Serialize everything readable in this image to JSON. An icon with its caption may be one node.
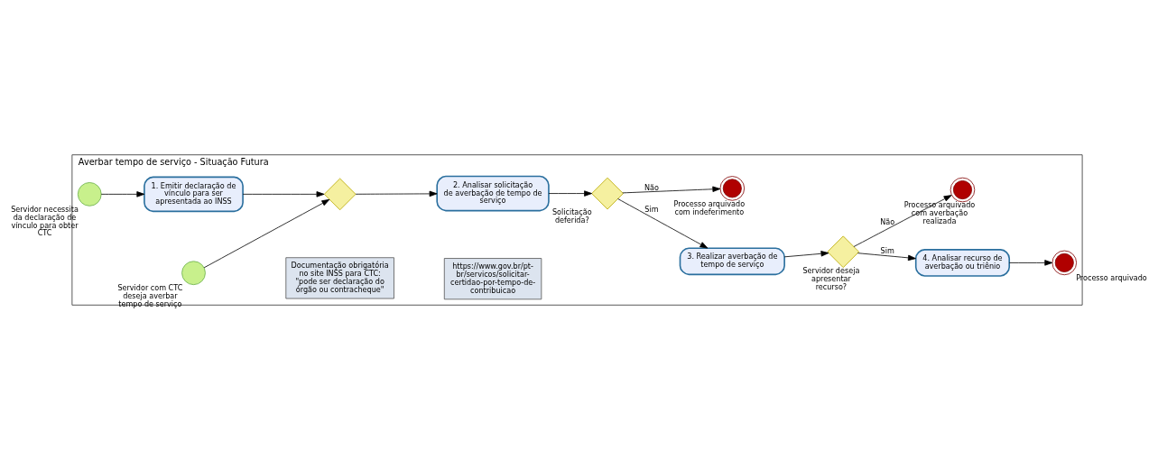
{
  "diagram": {
    "nodes": [
      {
        "text": [
          "Averbar tempo de serviço - Situação Futura"
        ]
      },
      {
        "text": [],
        "shape": "circle",
        "beside": [
          "Servidor necessita da declaração de vínculo para obter CTC"
        ],
        "in": 0
      },
      {
        "text": [
          "1. Emitir declaração de vínculo para ser apresentada ao INSS"
        ],
        "in": 0
      },
      {
        "text": [],
        "shape": "diamond",
        "in": 0
      },
      {
        "text": [],
        "shape": "circle",
        "beside": [
          "Servidor com CTC deseja averbar tempo de serviço"
        ],
        "in": 0
      },
      {
        "text": [
          "2. Analisar solicitação de averbação de tempo de serviço"
        ],
        "in": 0
      },
      {
        "text": [],
        "shape": "diamond",
        "beside": [
          "Solicitação deferida?"
        ],
        "in": 0
      },
      {
        "text": [
          "3. Realizar averbação de tempo de serviço"
        ],
        "in": 0
      },
      {
        "text": [],
        "shape": "circle",
        "beside": [
          "Processo arquivado com indeferimento"
        ],
        "in": 0
      },
      {
        "text": [],
        "shape": "diamond",
        "beside": [
          "Servidor deseja apresentar recurso?"
        ],
        "in": 0
      },
      {
        "text": [
          "4. Analisar recurso de averbação ou triênio"
        ],
        "in": 0
      },
      {
        "text": [],
        "shape": "circle",
        "beside": [
          "Processo arquivado com averbação realizada"
        ],
        "in": 0
      },
      {
        "text": [],
        "shape": "circle",
        "beside": [
          "Processo arquivado"
        ],
        "in": 0
      },
      {
        "text": [
          "Documentação obrigatória no site INSS para CTC: \"pode ser declaração do órgão ou contracheque\""
        ],
        "in": 0
      },
      {
        "text": [
          "https://www.gov.br/pt-br/servicos/solicitar-certidao-por-tempo-de-contribuicao"
        ],
        "in": 0
      }
    ],
    "edges": [
      {
        "from": 1,
        "to": 2,
        "arrow": "to"
      },
      {
        "from": 2,
        "to": 3,
        "arrow": "to"
      },
      {
        "from": 4,
        "to": 3,
        "arrow": "to"
      },
      {
        "from": 3,
        "to": 5,
        "arrow": "to"
      },
      {
        "from": 5,
        "to": 6,
        "arrow": "to"
      },
      {
        "from": 6,
        "to": 7,
        "label": "Sim",
        "arrow": "to"
      },
      {
        "from": 6,
        "to": 8,
        "label": "Não",
        "arrow": "to"
      },
      {
        "from": 7,
        "to": 9,
        "arrow": "to"
      },
      {
        "from": 9,
        "to": 10,
        "label": "Sim",
        "arrow": "to"
      },
      {
        "from": 9,
        "to": 11,
        "label": "Não",
        "arrow": "to"
      },
      {
        "from": 10,
        "to": 12,
        "arrow": "to"
      }
    ]
  }
}
